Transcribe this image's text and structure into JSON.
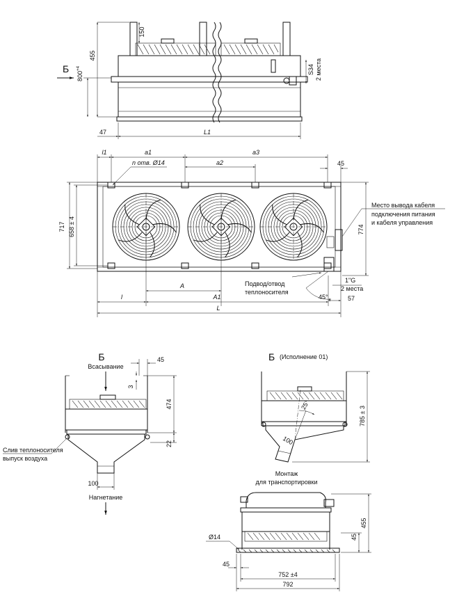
{
  "views": {
    "side": {
      "view_letter": "Б",
      "dim_150": "150",
      "dim_455": "455",
      "dim_800": "800",
      "dim_800_tol": "+4",
      "dim_s34": "S34",
      "note_2_places": "2 места",
      "dim_47": "47",
      "dim_l1": "L1"
    },
    "plan": {
      "dim_l1": "l1",
      "dim_a1": "a1",
      "dim_a3": "a3",
      "dim_a2": "a2",
      "dim_45": "45",
      "holes_note": "n отв. Ø14",
      "dim_717": "717",
      "dim_658": "658 ± 4",
      "dim_774": "774",
      "cable_note_1": "Место вывода кабеля",
      "cable_note_2": "подключения питания",
      "cable_note_3": "и кабеля управления",
      "dim_A": "A",
      "dim_l": "l",
      "dim_A1": "A1",
      "dim_L": "L",
      "coolant_note_1": "Подвод/отвод",
      "coolant_note_2": "теплоносителя",
      "angle_45": "45°",
      "thread": "1\"G",
      "note_2_places": "2 места",
      "dim_57": "57"
    },
    "section_b": {
      "title": "Б",
      "intake": "Всасывание",
      "dim_45": "45",
      "dim_3": "3",
      "dim_474": "474",
      "dim_22": "22",
      "drain_1": "Слив теплоносителя",
      "drain_2": "выпуск воздуха",
      "dim_100": "100",
      "discharge": "Нагнетание"
    },
    "section_b01": {
      "title": "Б",
      "variant": "(Исполнение 01)",
      "angle_25": "25°",
      "dim_100": "100",
      "dim_785": "785 ± 3"
    },
    "transport": {
      "title_1": "Монтаж",
      "title_2": "для транспортировки",
      "dim_455": "455",
      "dim_45v": "45",
      "dim_14": "Ø14",
      "dim_45": "45",
      "dim_752": "752 ±4",
      "dim_792": "792"
    }
  }
}
